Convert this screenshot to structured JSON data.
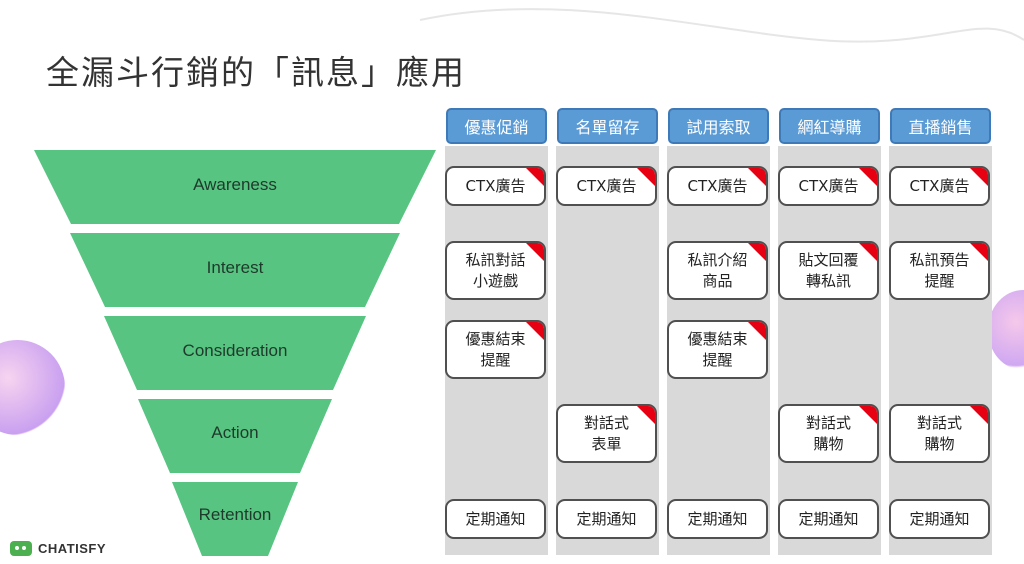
{
  "title": "全漏斗行銷的「訊息」應用",
  "brand": {
    "name": "CHATISFY",
    "icon": "chat-bubble-icon"
  },
  "colors": {
    "funnel": "#58c482",
    "header": "#5b9bd5",
    "column": "#d9d9d9",
    "flag": "#e60012"
  },
  "stages": [
    "Awareness",
    "Interest",
    "Consideration",
    "Action",
    "Retention"
  ],
  "columns": [
    {
      "header": "優惠促銷",
      "cells": [
        "CTX廣告",
        "私訊對話\n小遊戲",
        "優惠結束\n提醒",
        "",
        "定期通知"
      ]
    },
    {
      "header": "名單留存",
      "cells": [
        "CTX廣告",
        "",
        "",
        "對話式\n表單",
        "定期通知"
      ]
    },
    {
      "header": "試用索取",
      "cells": [
        "CTX廣告",
        "私訊介紹\n商品",
        "優惠結束\n提醒",
        "",
        "定期通知"
      ]
    },
    {
      "header": "網紅導購",
      "cells": [
        "CTX廣告",
        "貼文回覆\n轉私訊",
        "",
        "對話式\n購物",
        "定期通知"
      ]
    },
    {
      "header": "直播銷售",
      "cells": [
        "CTX廣告",
        "私訊預告\n提醒",
        "",
        "對話式\n購物",
        "定期通知"
      ]
    }
  ]
}
